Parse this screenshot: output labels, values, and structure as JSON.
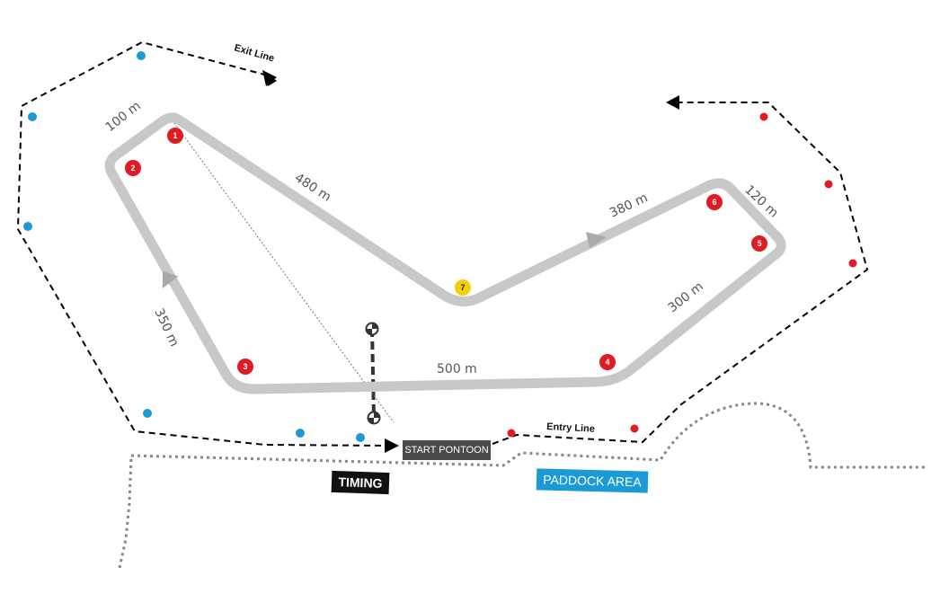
{
  "labels": {
    "exit_line": "Exit Line",
    "entry_line": "Entry Line",
    "start_pontoon": "START PONTOON",
    "timing": "TIMING",
    "paddock": "PADDOCK AREA"
  },
  "distances": [
    "100 m",
    "480 m",
    "380 m",
    "120 m",
    "350 m",
    "300 m",
    "500 m"
  ],
  "buoys": [
    {
      "num": "1",
      "color": "#e01b24"
    },
    {
      "num": "2",
      "color": "#e01b24"
    },
    {
      "num": "3",
      "color": "#e01b24"
    },
    {
      "num": "4",
      "color": "#e01b24"
    },
    {
      "num": "5",
      "color": "#e01b24"
    },
    {
      "num": "6",
      "color": "#e01b24"
    },
    {
      "num": "7",
      "color": "#f5d000"
    }
  ],
  "colors": {
    "course": "#c8c8c8",
    "red_marker": "#e01b24",
    "blue_marker": "#1a9ad6",
    "yellow_marker": "#f5d000",
    "shore": "#888888",
    "lane": "#000000"
  }
}
